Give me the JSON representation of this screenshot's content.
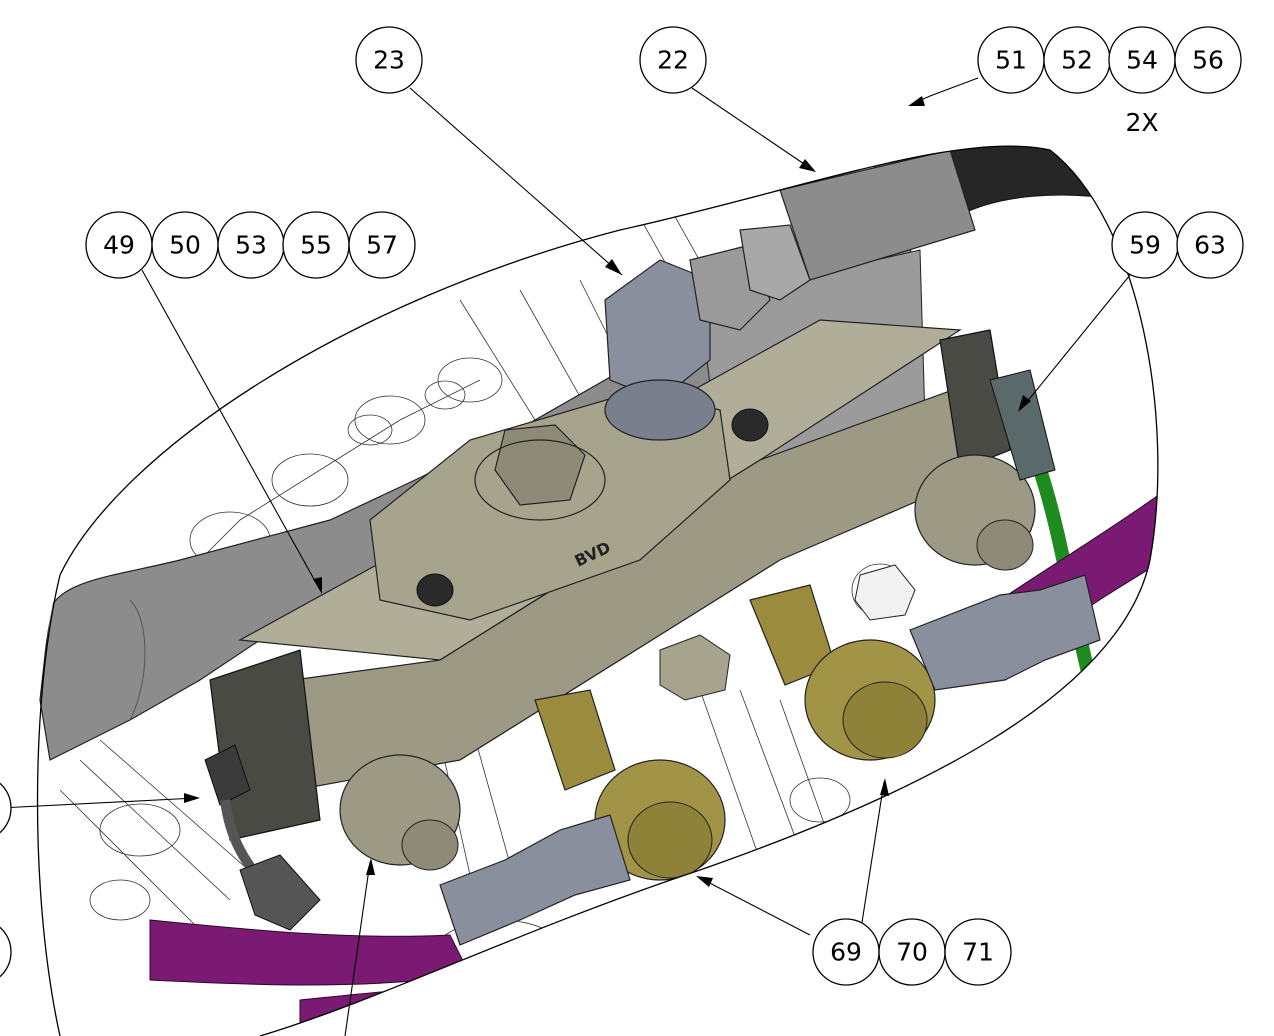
{
  "colors": {
    "hose_purple": "#7a1a72",
    "hose_black": "#262626",
    "wire_green": "#1f8a1f",
    "manifold_olive": "#9c9a84",
    "fitting_brass": "#9a8c3c",
    "fitting_blue_grey": "#8a8f9e",
    "bracket_grey": "#8c8c8c"
  },
  "balloons": [
    {
      "id": "b23",
      "label": "23"
    },
    {
      "id": "b22",
      "label": "22"
    },
    {
      "id": "b51",
      "label": "51"
    },
    {
      "id": "b52",
      "label": "52"
    },
    {
      "id": "b54",
      "label": "54"
    },
    {
      "id": "b56",
      "label": "56"
    },
    {
      "id": "b49",
      "label": "49"
    },
    {
      "id": "b50",
      "label": "50"
    },
    {
      "id": "b53",
      "label": "53"
    },
    {
      "id": "b55",
      "label": "55"
    },
    {
      "id": "b57",
      "label": "57"
    },
    {
      "id": "b59",
      "label": "59"
    },
    {
      "id": "b63",
      "label": "63"
    },
    {
      "id": "b69",
      "label": "69"
    },
    {
      "id": "b70",
      "label": "70"
    },
    {
      "id": "b71",
      "label": "71"
    }
  ],
  "notes": {
    "quantity_51_56": "2X"
  },
  "part_markings": {
    "manifold_stamp": "BVD"
  }
}
